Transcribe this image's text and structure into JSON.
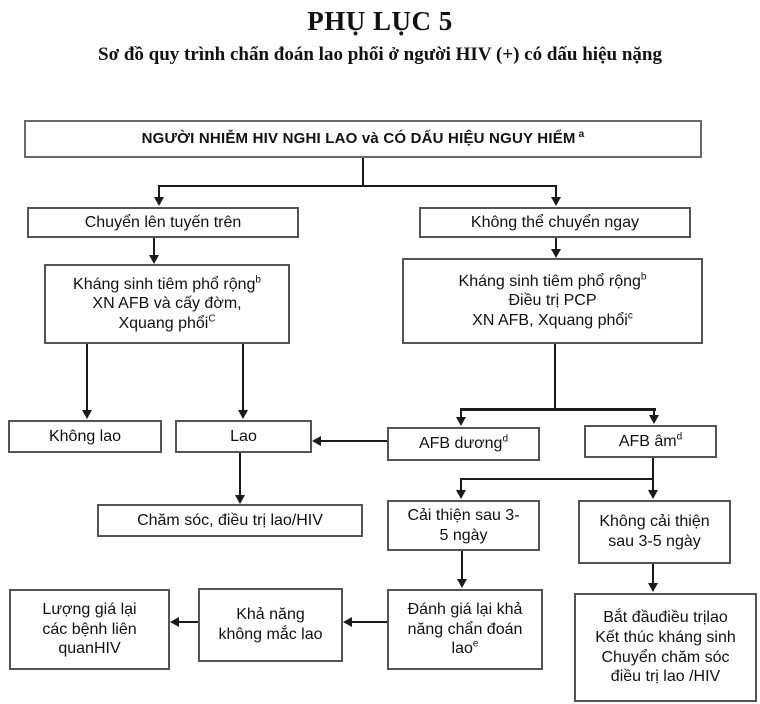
{
  "title": "PHỤ LỤC 5",
  "subtitle": "Sơ đồ quy trình chẩn đoán lao phổi ở người HIV (+) có dấu hiệu nặng",
  "colors": {
    "ink": "#111111",
    "line": "#1a1a1a",
    "box_border": "#545454"
  },
  "nodes": {
    "root": {
      "lines": [
        {
          "t": "NGƯỜI NHIỄM HIV NGHI LAO và CÓ DẤU HIỆU NGUY HIỂM",
          "s": "a"
        }
      ]
    },
    "refer": {
      "lines": [
        {
          "t": "Chuyển lên tuyến trên"
        }
      ]
    },
    "cannot_refer": {
      "lines": [
        {
          "t": "Không thể chuyển ngay"
        }
      ]
    },
    "abx_left": {
      "lines": [
        {
          "t": "Kháng sinh tiêm phổ rộng",
          "s": "b"
        },
        {
          "t": "XN AFB và cấy đờm,"
        },
        {
          "t": "Xquang phổi",
          "s": "C"
        }
      ]
    },
    "abx_right": {
      "lines": [
        {
          "t": "Kháng sinh tiêm phổ rộng",
          "s": "b"
        },
        {
          "t": "Điều trị PCP"
        },
        {
          "t": "XN AFB, Xquang phổi",
          "s": "c"
        }
      ]
    },
    "no_tb": {
      "lines": [
        {
          "t": "Không lao"
        }
      ]
    },
    "tb": {
      "lines": [
        {
          "t": "Lao"
        }
      ]
    },
    "afb_pos": {
      "lines": [
        {
          "t": "AFB dương",
          "s": "d"
        }
      ]
    },
    "afb_neg": {
      "lines": [
        {
          "t": "AFB âm",
          "s": "d"
        }
      ]
    },
    "care": {
      "lines": [
        {
          "t": "Chăm sóc, điều trị lao/HIV"
        }
      ]
    },
    "improve": {
      "lines": [
        {
          "t": "Cải thiện sau 3-"
        },
        {
          "t": "5 ngày"
        }
      ]
    },
    "no_improve": {
      "lines": [
        {
          "t": "Không cải thiện"
        },
        {
          "t": "sau 3-5 ngày"
        }
      ]
    },
    "reassess": {
      "lines": [
        {
          "t": "Đánh giá lại khả"
        },
        {
          "t": "năng chẩn đoán"
        },
        {
          "t": "lao",
          "s": "e"
        }
      ]
    },
    "start_treat": {
      "lines": [
        {
          "t": "Bắt đầuđiều trịlao"
        },
        {
          "t": "Kết thúc kháng sinh"
        },
        {
          "t": "Chuyển chăm sóc"
        },
        {
          "t": "điều trị lao /HIV"
        }
      ]
    },
    "unlikely": {
      "lines": [
        {
          "t": "Khả năng"
        },
        {
          "t": "không mắc lao"
        }
      ]
    },
    "reevaluate": {
      "lines": [
        {
          "t": "Lượng giá lại"
        },
        {
          "t": "các bệnh liên"
        },
        {
          "t": "quanHIV"
        }
      ]
    }
  }
}
